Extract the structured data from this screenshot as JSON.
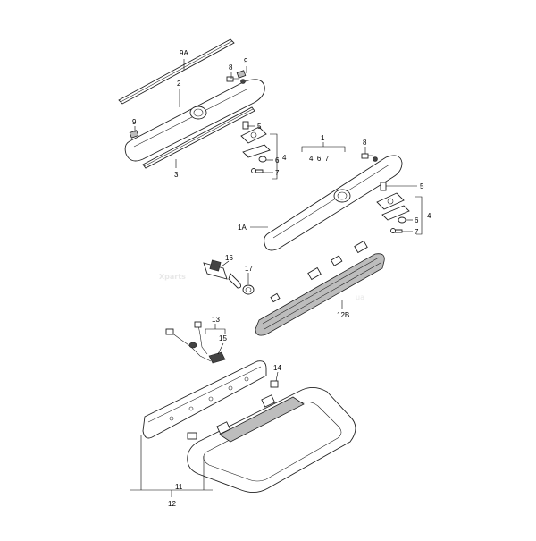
{
  "watermark": {
    "brand": "Xparts",
    "suffix": "ua"
  },
  "labels": {
    "l9A": "9A",
    "l2": "2",
    "l3": "3",
    "l9a": "9",
    "l8a": "8",
    "l9b": "9",
    "l5a": "5",
    "l4a": "4",
    "l6a": "6",
    "l7a": "7",
    "l1": "1",
    "l467": "4, 6, 7",
    "l8b": "8",
    "l1A": "1A",
    "l5b": "5",
    "l4b": "4",
    "l6b": "6",
    "l7b": "7",
    "l16": "16",
    "l17": "17",
    "l12B": "12B",
    "l13": "13",
    "l15": "15",
    "l14": "14",
    "l11": "11",
    "l12": "12"
  }
}
